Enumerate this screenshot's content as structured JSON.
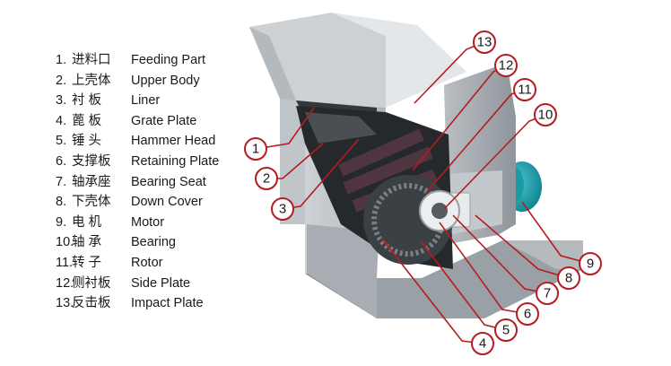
{
  "legend": [
    {
      "num": "1.",
      "cn": "进料口",
      "en": "Feeding Part"
    },
    {
      "num": "2.",
      "cn": "上壳体",
      "en": "Upper Body"
    },
    {
      "num": "3.",
      "cn": "衬 板",
      "en": "Liner"
    },
    {
      "num": "4.",
      "cn": "蓖 板",
      "en": "Grate Plate"
    },
    {
      "num": "5.",
      "cn": "锤 头",
      "en": "Hammer Head"
    },
    {
      "num": "6.",
      "cn": "支撑板",
      "en": "Retaining Plate"
    },
    {
      "num": "7.",
      "cn": "轴承座",
      "en": "Bearing Seat"
    },
    {
      "num": "8.",
      "cn": "下壳体",
      "en": "Down Cover"
    },
    {
      "num": "9.",
      "cn": "电 机",
      "en": "Motor"
    },
    {
      "num": "10.",
      "cn": "轴 承",
      "en": "Bearing"
    },
    {
      "num": "11.",
      "cn": "转 子",
      "en": "Rotor"
    },
    {
      "num": "12.",
      "cn": "侧衬板",
      "en": "Side Plate"
    },
    {
      "num": "13.",
      "cn": "反击板",
      "en": "Impact Plate"
    }
  ],
  "callouts": [
    "1",
    "2",
    "3",
    "4",
    "5",
    "6",
    "7",
    "8",
    "9",
    "10",
    "11",
    "12",
    "13"
  ],
  "colors": {
    "leader": "#b51c22",
    "text": "#1a1a1a"
  }
}
